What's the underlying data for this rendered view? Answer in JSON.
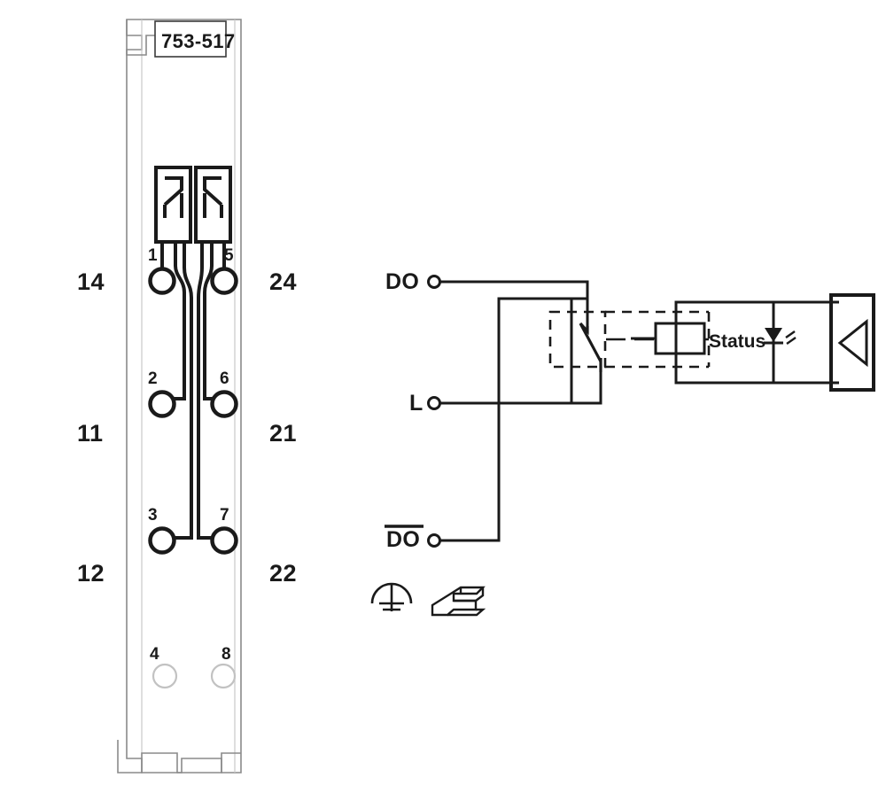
{
  "diagram": {
    "title_part_number": "753-517",
    "module": {
      "part_number_label": "753-517",
      "terminal_inner_numbers": [
        "1",
        "5",
        "2",
        "6",
        "3",
        "7",
        "4",
        "8"
      ],
      "terminal_left_labels": [
        "14",
        "11",
        "12"
      ],
      "terminal_right_labels": [
        "24",
        "21",
        "22"
      ],
      "inner_1": "1",
      "inner_5": "5",
      "inner_2": "2",
      "inner_6": "6",
      "inner_3": "3",
      "inner_7": "7",
      "inner_4": "4",
      "inner_8": "8",
      "left_14": "14",
      "left_11": "11",
      "left_12": "12",
      "right_24": "24",
      "right_21": "21",
      "right_22": "22"
    },
    "circuit": {
      "terminal_do": "DO",
      "terminal_l": "L",
      "terminal_do_inverted": "DO",
      "status_label": "Status",
      "symbols": {
        "ground": "ground-symbol",
        "din_rail": "din-rail-symbol",
        "led": "led-symbol",
        "amplifier": "amplifier-triangle",
        "relay_coil": "relay-coil",
        "relay_contact": "relay-contact"
      }
    },
    "colors": {
      "line_dark": "#1a1a1a",
      "line_light": "#7a7a7a",
      "line_faint": "#b3b3b3",
      "background": "#ffffff"
    }
  }
}
